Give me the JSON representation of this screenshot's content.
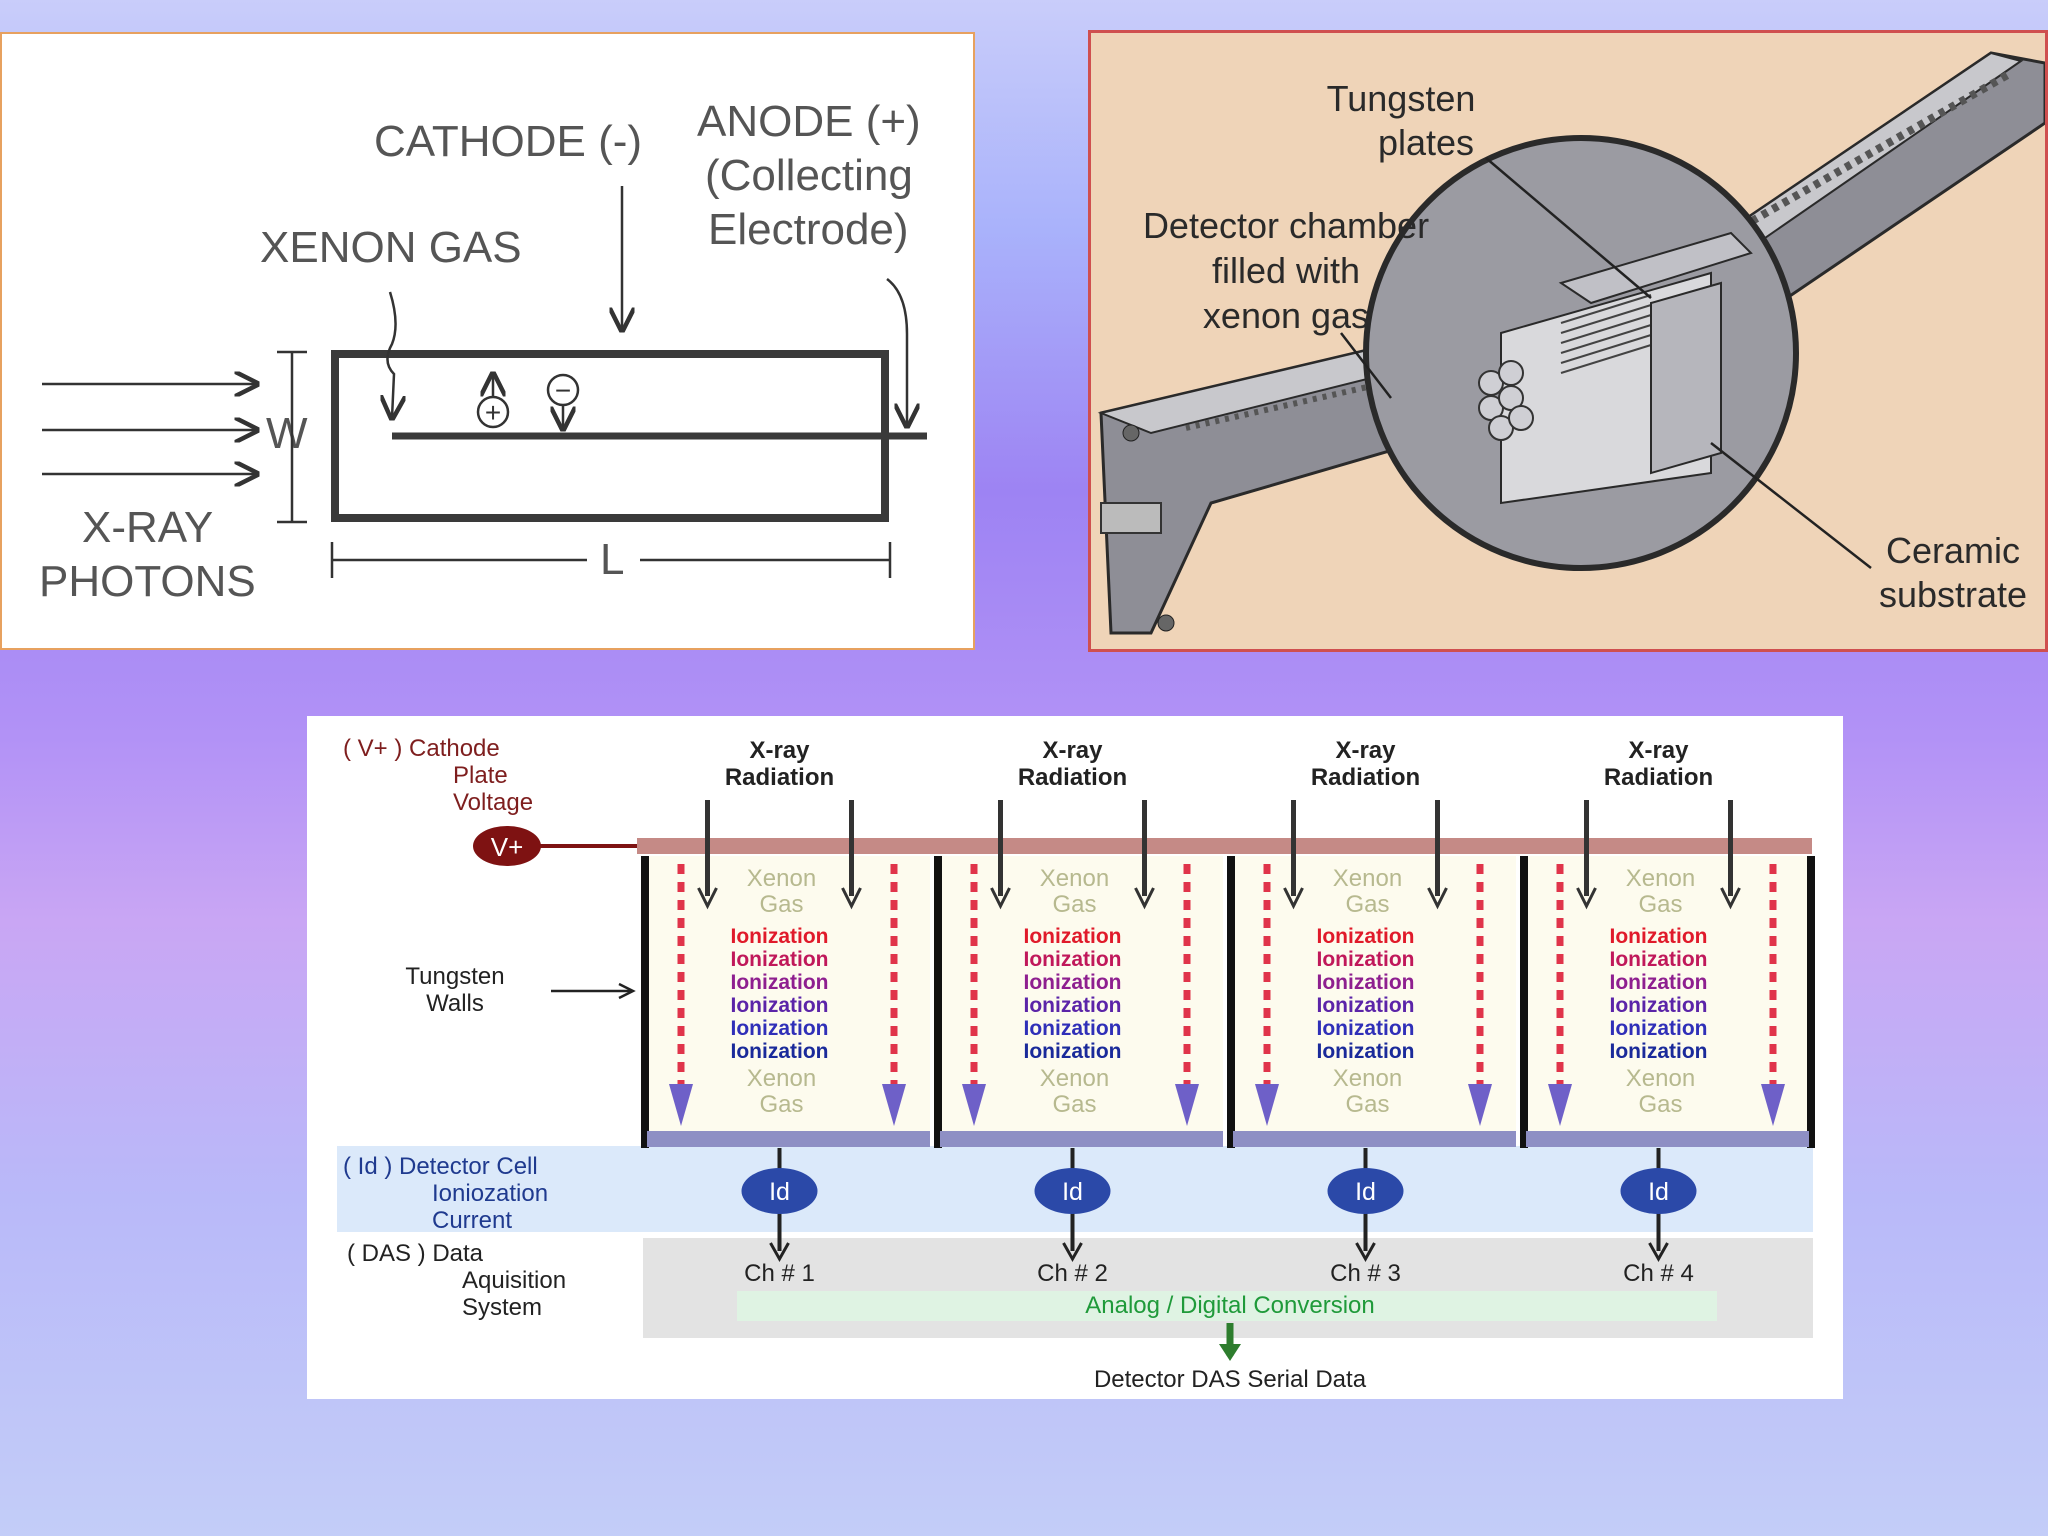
{
  "xenon_detector": {
    "cathode_label": "CATHODE (-)",
    "anode_label_1": "ANODE (+)",
    "anode_label_2": "(Collecting",
    "anode_label_3": "Electrode)",
    "gas_label": "XENON GAS",
    "width_label": "W",
    "length_label": "L",
    "photon_label_1": "X-RAY",
    "photon_label_2": "PHOTONS",
    "positive_ion": "+",
    "negative_ion": "−"
  },
  "cutaway": {
    "tungsten_label_1": "Tungsten",
    "tungsten_label_2": "plates",
    "chamber_label_1": "Detector chamber",
    "chamber_label_2": "filled with",
    "chamber_label_3": "xenon gas",
    "ceramic_label_1": "Ceramic",
    "ceramic_label_2": "substrate"
  },
  "array": {
    "cathode_label_1": "( V+ )  Cathode",
    "cathode_label_2": "Plate",
    "cathode_label_3": "Voltage",
    "v_badge": "V+",
    "walls_label_1": "Tungsten",
    "walls_label_2": "Walls",
    "current_label_1": "( Id )  Detector Cell",
    "current_label_2": "Ioniozation",
    "current_label_3": "Current",
    "das_label_1": "( DAS )  Data",
    "das_label_2": "Aquisition",
    "das_label_3": "System",
    "radiation_line_1": "X-ray",
    "radiation_line_2": "Radiation",
    "gas_line_1": "Xenon",
    "gas_line_2": "Gas",
    "ionization_word": "Ionization",
    "current_badge": "Id",
    "conversion_label": "Analog / Digital Conversion",
    "serial_label": "Detector DAS Serial Data",
    "channels": [
      {
        "label": "Ch  #  1"
      },
      {
        "label": "Ch  #  2"
      },
      {
        "label": "Ch  #  3"
      },
      {
        "label": "Ch  #  4"
      }
    ],
    "colors": {
      "ionization": [
        "#e01a2a",
        "#c0185a",
        "#8e1f8f",
        "#5b24a8",
        "#2f2fb8",
        "#1a2a9a"
      ],
      "wall_dash": "#e0344a",
      "gas_text": "#b7b98f",
      "badge_fill": "#2b49a8",
      "cathode_plate": "#c58a86",
      "v_badge_fill": "#7e1212",
      "conversion_text": "#1f9a3a"
    }
  }
}
